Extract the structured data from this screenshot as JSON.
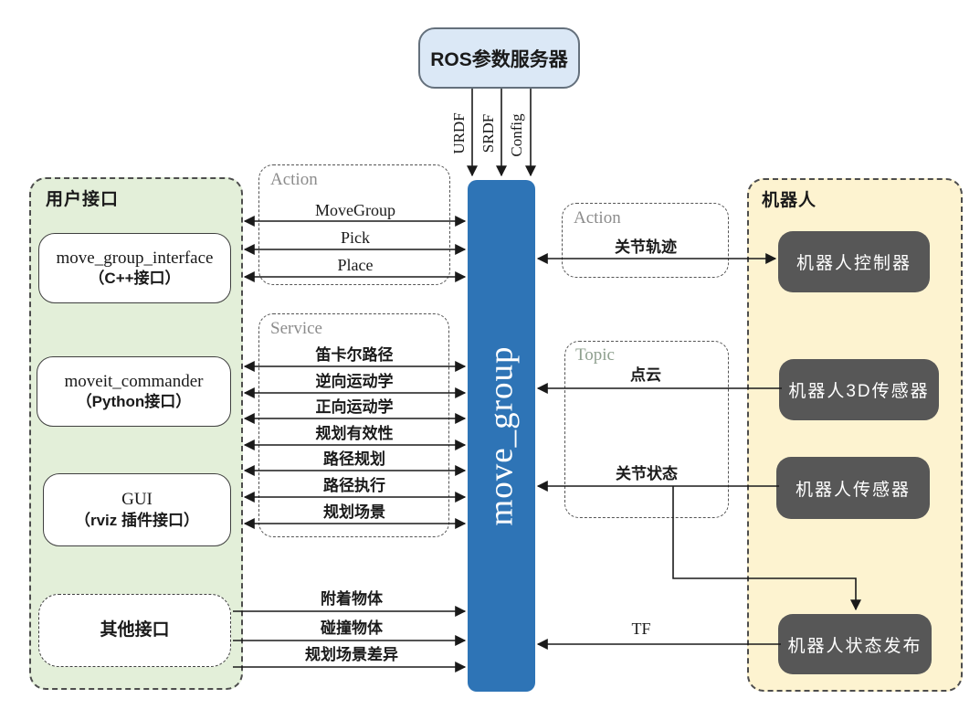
{
  "colors": {
    "center_blue": "#2e74b6",
    "panel_green": "#e3efd9",
    "panel_yellow": "#fdf3d0",
    "node_dark": "#575757",
    "ros_lightblue": "#dbe8f6",
    "group_label_gray": "#8c8c8c",
    "topic_label_green": "#8fa08f"
  },
  "param_server": {
    "label": "ROS参数服务器"
  },
  "param_outputs": [
    "URDF",
    "SRDF",
    "Config"
  ],
  "move_group": {
    "label": "move_group"
  },
  "user_panel": {
    "title": "用户接口",
    "boxes": [
      {
        "line1": "move_group_interface",
        "line2": "（C++接口）"
      },
      {
        "line1": "moveit_commander",
        "line2": "（Python接口）"
      },
      {
        "line1": "GUI",
        "line2": "（rviz 插件接口）"
      },
      {
        "line1": "其他接口"
      }
    ]
  },
  "action_left": {
    "title": "Action",
    "arrows": [
      "MoveGroup",
      "Pick",
      "Place"
    ]
  },
  "service": {
    "title": "Service",
    "arrows": [
      "笛卡尔路径",
      "逆向运动学",
      "正向运动学",
      "规划有效性",
      "路径规划",
      "路径执行",
      "规划场景"
    ]
  },
  "scene_arrows": [
    "附着物体",
    "碰撞物体",
    "规划场景差异"
  ],
  "action_right": {
    "title": "Action",
    "arrow": "关节轨迹"
  },
  "topic": {
    "title": "Topic",
    "arrows": [
      "点云",
      "关节状态"
    ]
  },
  "tf": {
    "label": "TF"
  },
  "robot_panel": {
    "title": "机器人",
    "boxes": [
      "机器人控制器",
      "机器人3D传感器",
      "机器人传感器",
      "机器人状态发布"
    ]
  }
}
